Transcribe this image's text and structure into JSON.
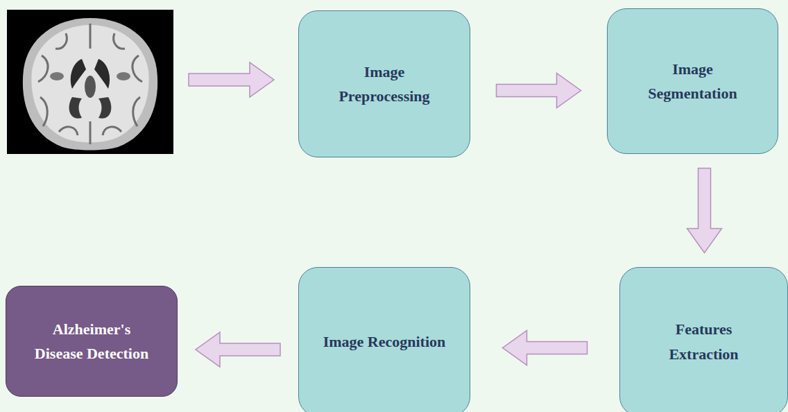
{
  "diagram": {
    "nodes": [
      {
        "text": [
          "Image Preprocessing"
        ]
      },
      {
        "text": [
          "Image Segmentation"
        ]
      },
      {
        "text": [
          "Features Extraction"
        ]
      },
      {
        "text": [
          "Image Recognition"
        ]
      },
      {
        "text": [
          "Alzheimer's Disease Detection"
        ]
      }
    ],
    "edges": [
      {
        "from": 0,
        "to": 1,
        "arrow": "to"
      },
      {
        "from": 1,
        "to": 2,
        "arrow": "to"
      },
      {
        "from": 2,
        "to": 3,
        "arrow": "to"
      },
      {
        "from": 3,
        "to": 4,
        "arrow": "to"
      }
    ]
  }
}
